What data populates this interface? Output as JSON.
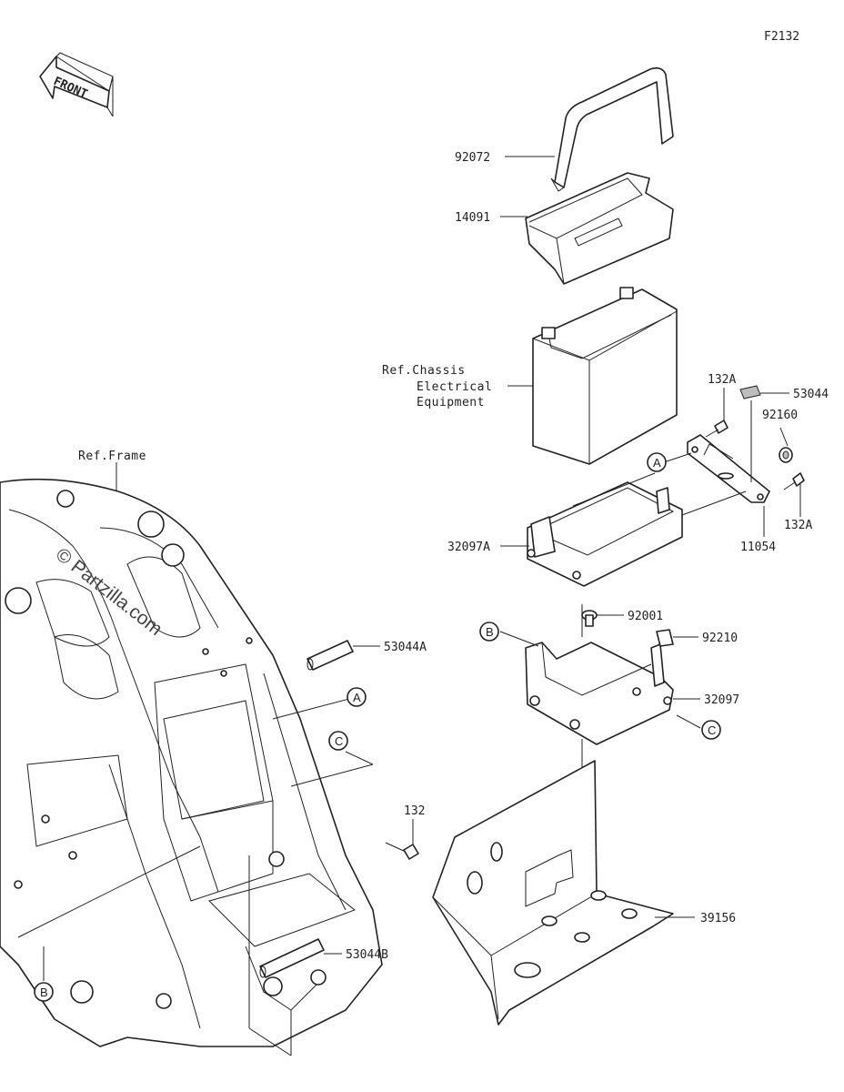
{
  "figure_id": "F2132",
  "front_arrow": "FRONT",
  "watermark": "© Partzilla.com",
  "references": {
    "frame": "Ref.Frame",
    "chassis_line1": "Ref.Chassis",
    "chassis_line2": "Electrical",
    "chassis_line3": "Equipment"
  },
  "parts": {
    "p92072": "92072",
    "p14091": "14091",
    "p132A_top": "132A",
    "p53044": "53044",
    "p92160": "92160",
    "p32097A": "32097A",
    "p11054": "11054",
    "p132A_bottom": "132A",
    "p53044A": "53044A",
    "p92001": "92001",
    "p92210": "92210",
    "p32097": "32097",
    "p132": "132",
    "p39156": "39156",
    "p53044B": "53044B"
  },
  "callouts": {
    "a_top": "A",
    "b_top": "B",
    "c_right": "C",
    "a_frame": "A",
    "c_frame": "C",
    "b_frame": "B"
  }
}
